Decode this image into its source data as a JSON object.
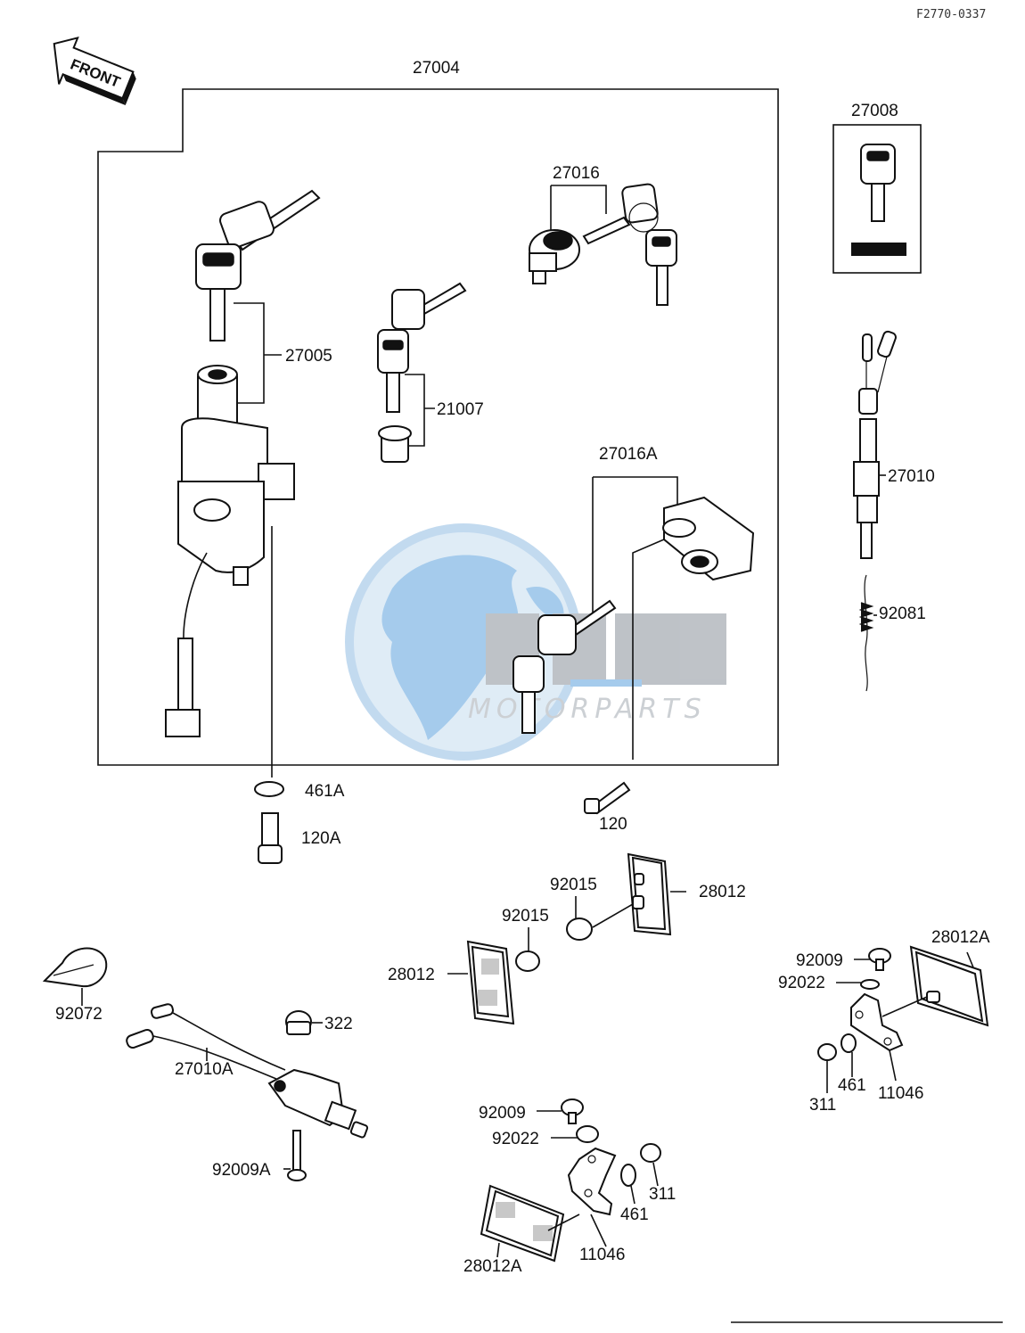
{
  "diagram": {
    "ref_code": "F2770-0337",
    "front_label": "FRONT",
    "watermark_text": "MOTORPARTS",
    "parts": {
      "p27004": "27004",
      "p27008": "27008",
      "p27016": "27016",
      "p27005": "27005",
      "p21007": "21007",
      "p27016A": "27016A",
      "p27010": "27010",
      "p92081": "92081",
      "p461A": "461A",
      "p120A": "120A",
      "p120": "120",
      "p92015a": "92015",
      "p92015b": "92015",
      "p28012a": "28012",
      "p28012b": "28012",
      "p28012Aa": "28012A",
      "p92009a": "92009",
      "p92022a": "92022",
      "p311a": "311",
      "p461a": "461",
      "p11046a": "11046",
      "p92072": "92072",
      "p322": "322",
      "p27010A": "27010A",
      "p92009A": "92009A",
      "p92009b": "92009",
      "p92022b": "92022",
      "p461b": "461",
      "p311b": "311",
      "p11046b": "11046",
      "p28012Ab": "28012A"
    }
  }
}
